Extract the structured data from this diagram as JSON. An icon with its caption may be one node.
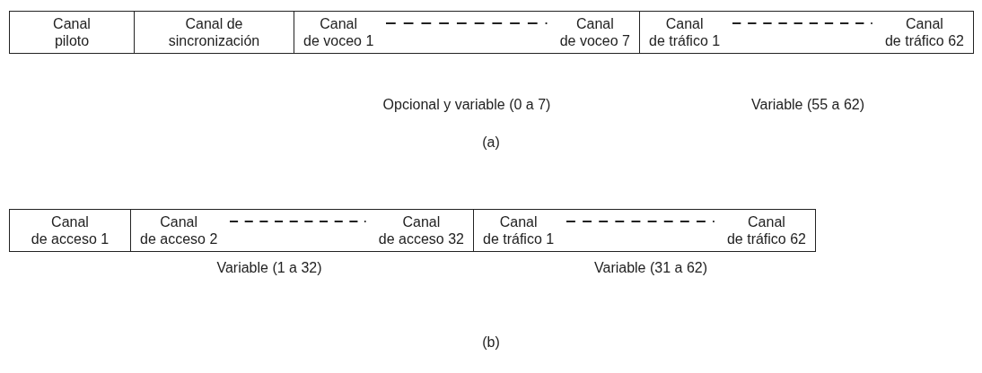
{
  "diagram": {
    "nodes": [
      {
        "text": [
          "Canal piloto"
        ]
      },
      {
        "text": [
          "Canal de sincronización"
        ]
      },
      {
        "text": [
          "Canal de voceo 1",
          "Canal de voceo 7"
        ]
      },
      {
        "text": [
          "Canal de tráfico 1",
          "Canal de tráfico 62"
        ]
      },
      {
        "text": [
          "Canal de acceso 1"
        ]
      },
      {
        "text": [
          "Canal de acceso 2",
          "Canal de acceso 32"
        ]
      },
      {
        "text": [
          "Canal de tráfico 1",
          "Canal de tráfico 62"
        ]
      }
    ],
    "labels": [
      "Opcional y variable (0 a 7)",
      "Variable (55 a 62)",
      "(a)",
      "Variable (1 a 32)",
      "Variable (31 a 62)",
      "(b)"
    ]
  }
}
